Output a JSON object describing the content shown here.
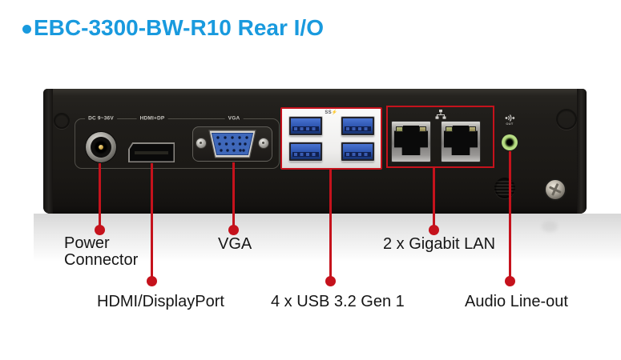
{
  "title": {
    "bullet": "●",
    "text": "EBC-3300-BW-R10 Rear I/O"
  },
  "colors": {
    "title_blue": "#199ade",
    "callout_red": "#c5121c",
    "usb_blue": "#2c54ae",
    "audio_green": "#aed478",
    "vga_blue": "#3f68ba"
  },
  "panel_silkscreen": {
    "dc_power": "DC 9~36V",
    "hdmi_dp": "HDMI+DP",
    "vga": "VGA",
    "usb_logo": "SS⚡",
    "audio_out": "OUT"
  },
  "callouts": {
    "power": {
      "label_line1": "Power",
      "label_line2": "Connector"
    },
    "hdmi": {
      "label": "HDMI/DisplayPort"
    },
    "vga": {
      "label": "VGA"
    },
    "usb": {
      "label": "4 x USB 3.2 Gen 1"
    },
    "lan": {
      "label": "2 x Gigabit LAN"
    },
    "audio": {
      "label": "Audio Line-out"
    }
  }
}
